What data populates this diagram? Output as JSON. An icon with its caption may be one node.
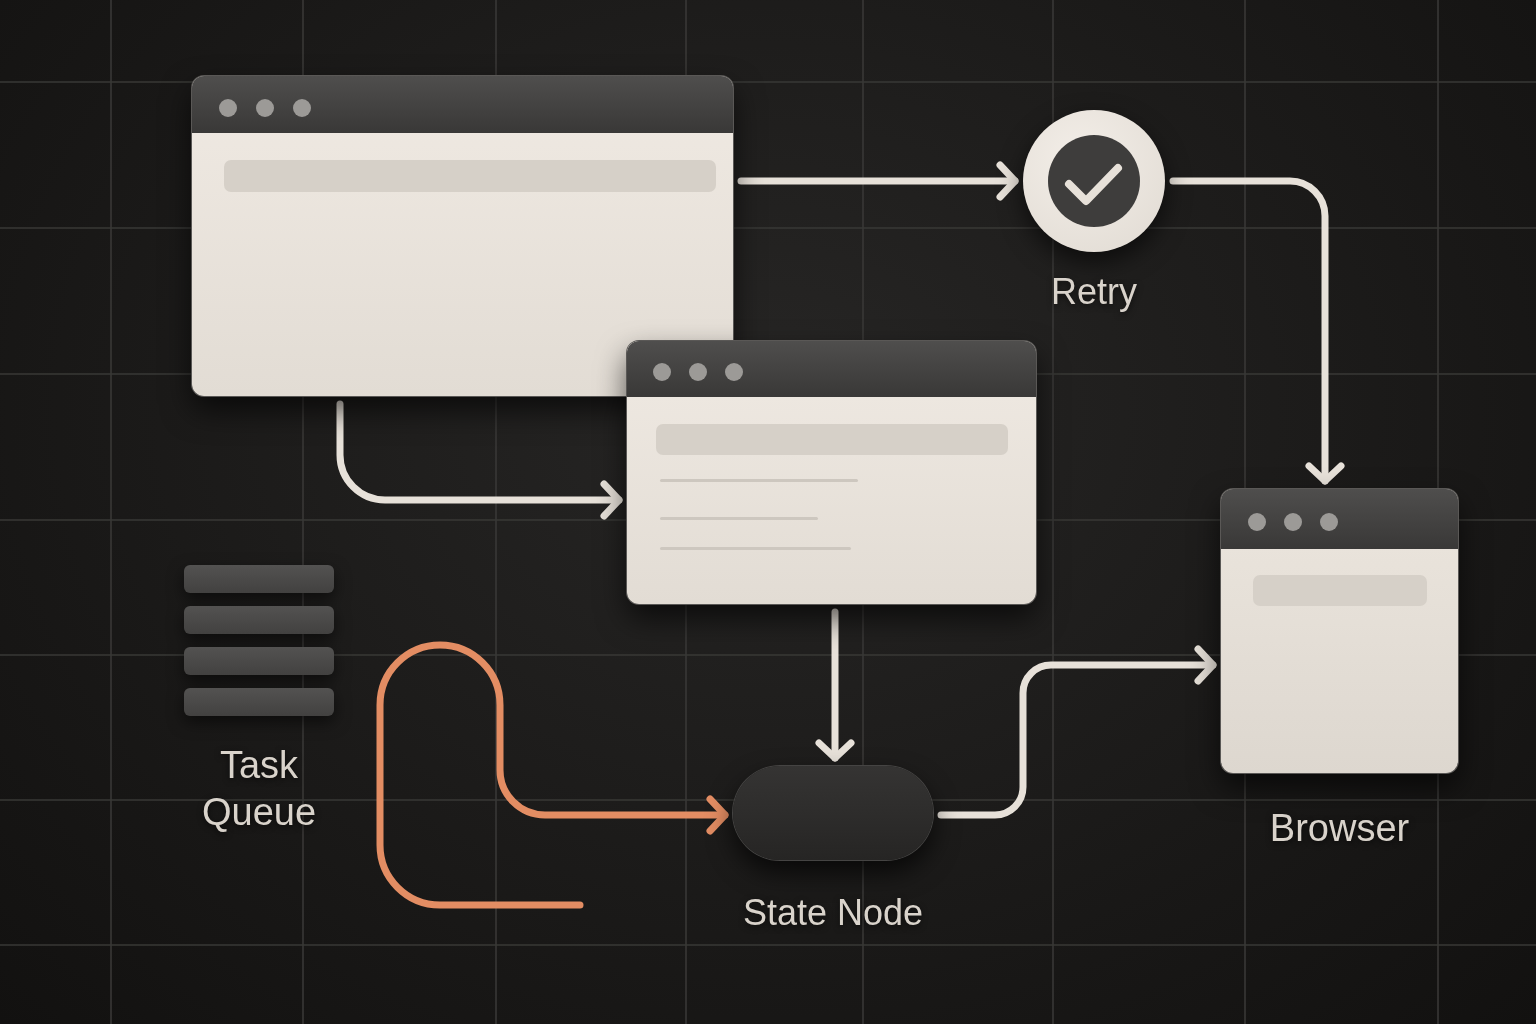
{
  "diagram": {
    "nodes": [
      {
        "text": [],
        "shape": "box"
      },
      {
        "text": [
          "Retry"
        ]
      },
      {
        "text": [],
        "shape": "box"
      },
      {
        "text": [
          "Browser"
        ]
      },
      {
        "text": [
          "Task Queue"
        ]
      },
      {
        "text": [
          "State Node"
        ]
      }
    ],
    "edges": [
      {
        "from": 0,
        "to": 1,
        "arrow": "to"
      },
      {
        "from": 1,
        "to": 3,
        "arrow": "to"
      },
      {
        "from": 0,
        "to": 2,
        "arrow": "to"
      },
      {
        "from": 2,
        "to": 5,
        "arrow": "to"
      },
      {
        "from": 5,
        "to": 3,
        "arrow": "to"
      },
      {
        "from": null,
        "to": 5,
        "arrow": "to",
        "color": "#e38d63"
      }
    ]
  }
}
